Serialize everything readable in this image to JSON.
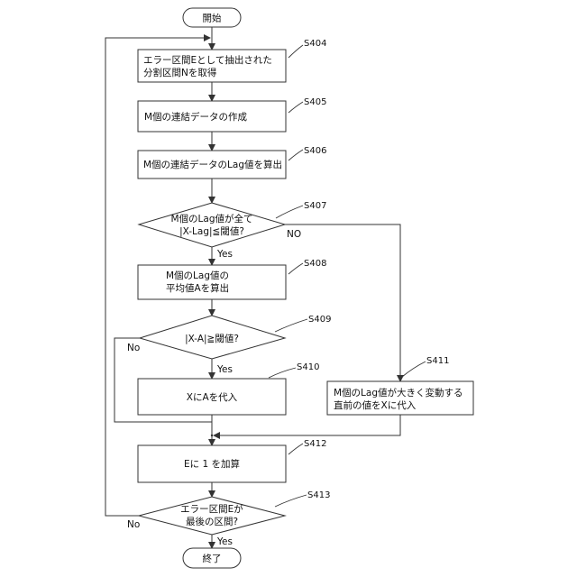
{
  "start": "開始",
  "end": "終了",
  "s404": {
    "step": "S404",
    "lines": [
      "エラー区間Eとして抽出された",
      "分割区間Nを取得"
    ]
  },
  "s405": {
    "step": "S405",
    "lines": [
      "M個の連結データの作成"
    ]
  },
  "s406": {
    "step": "S406",
    "lines": [
      "M個の連結データのLag値を算出"
    ]
  },
  "s407": {
    "step": "S407",
    "lines": [
      "M個のLag値が全て",
      "|X-Lag|≦閾値?"
    ],
    "yes": "Yes",
    "no": "NO"
  },
  "s408": {
    "step": "S408",
    "lines": [
      "M個のLag値の",
      "平均値Aを算出"
    ]
  },
  "s409": {
    "step": "S409",
    "lines": [
      "|X-A|≧閾値?"
    ],
    "yes": "Yes",
    "no": "No"
  },
  "s410": {
    "step": "S410",
    "lines": [
      "XにAを代入"
    ]
  },
  "s411": {
    "step": "S411",
    "lines": [
      "M個のLag値が大きく変動する",
      "直前の値をXに代入"
    ]
  },
  "s412": {
    "step": "S412",
    "lines": [
      "Eに 1 を加算"
    ]
  },
  "s413": {
    "step": "S413",
    "lines": [
      "エラー区間Eが",
      "最後の区間?"
    ],
    "yes": "Yes",
    "no": "No"
  }
}
